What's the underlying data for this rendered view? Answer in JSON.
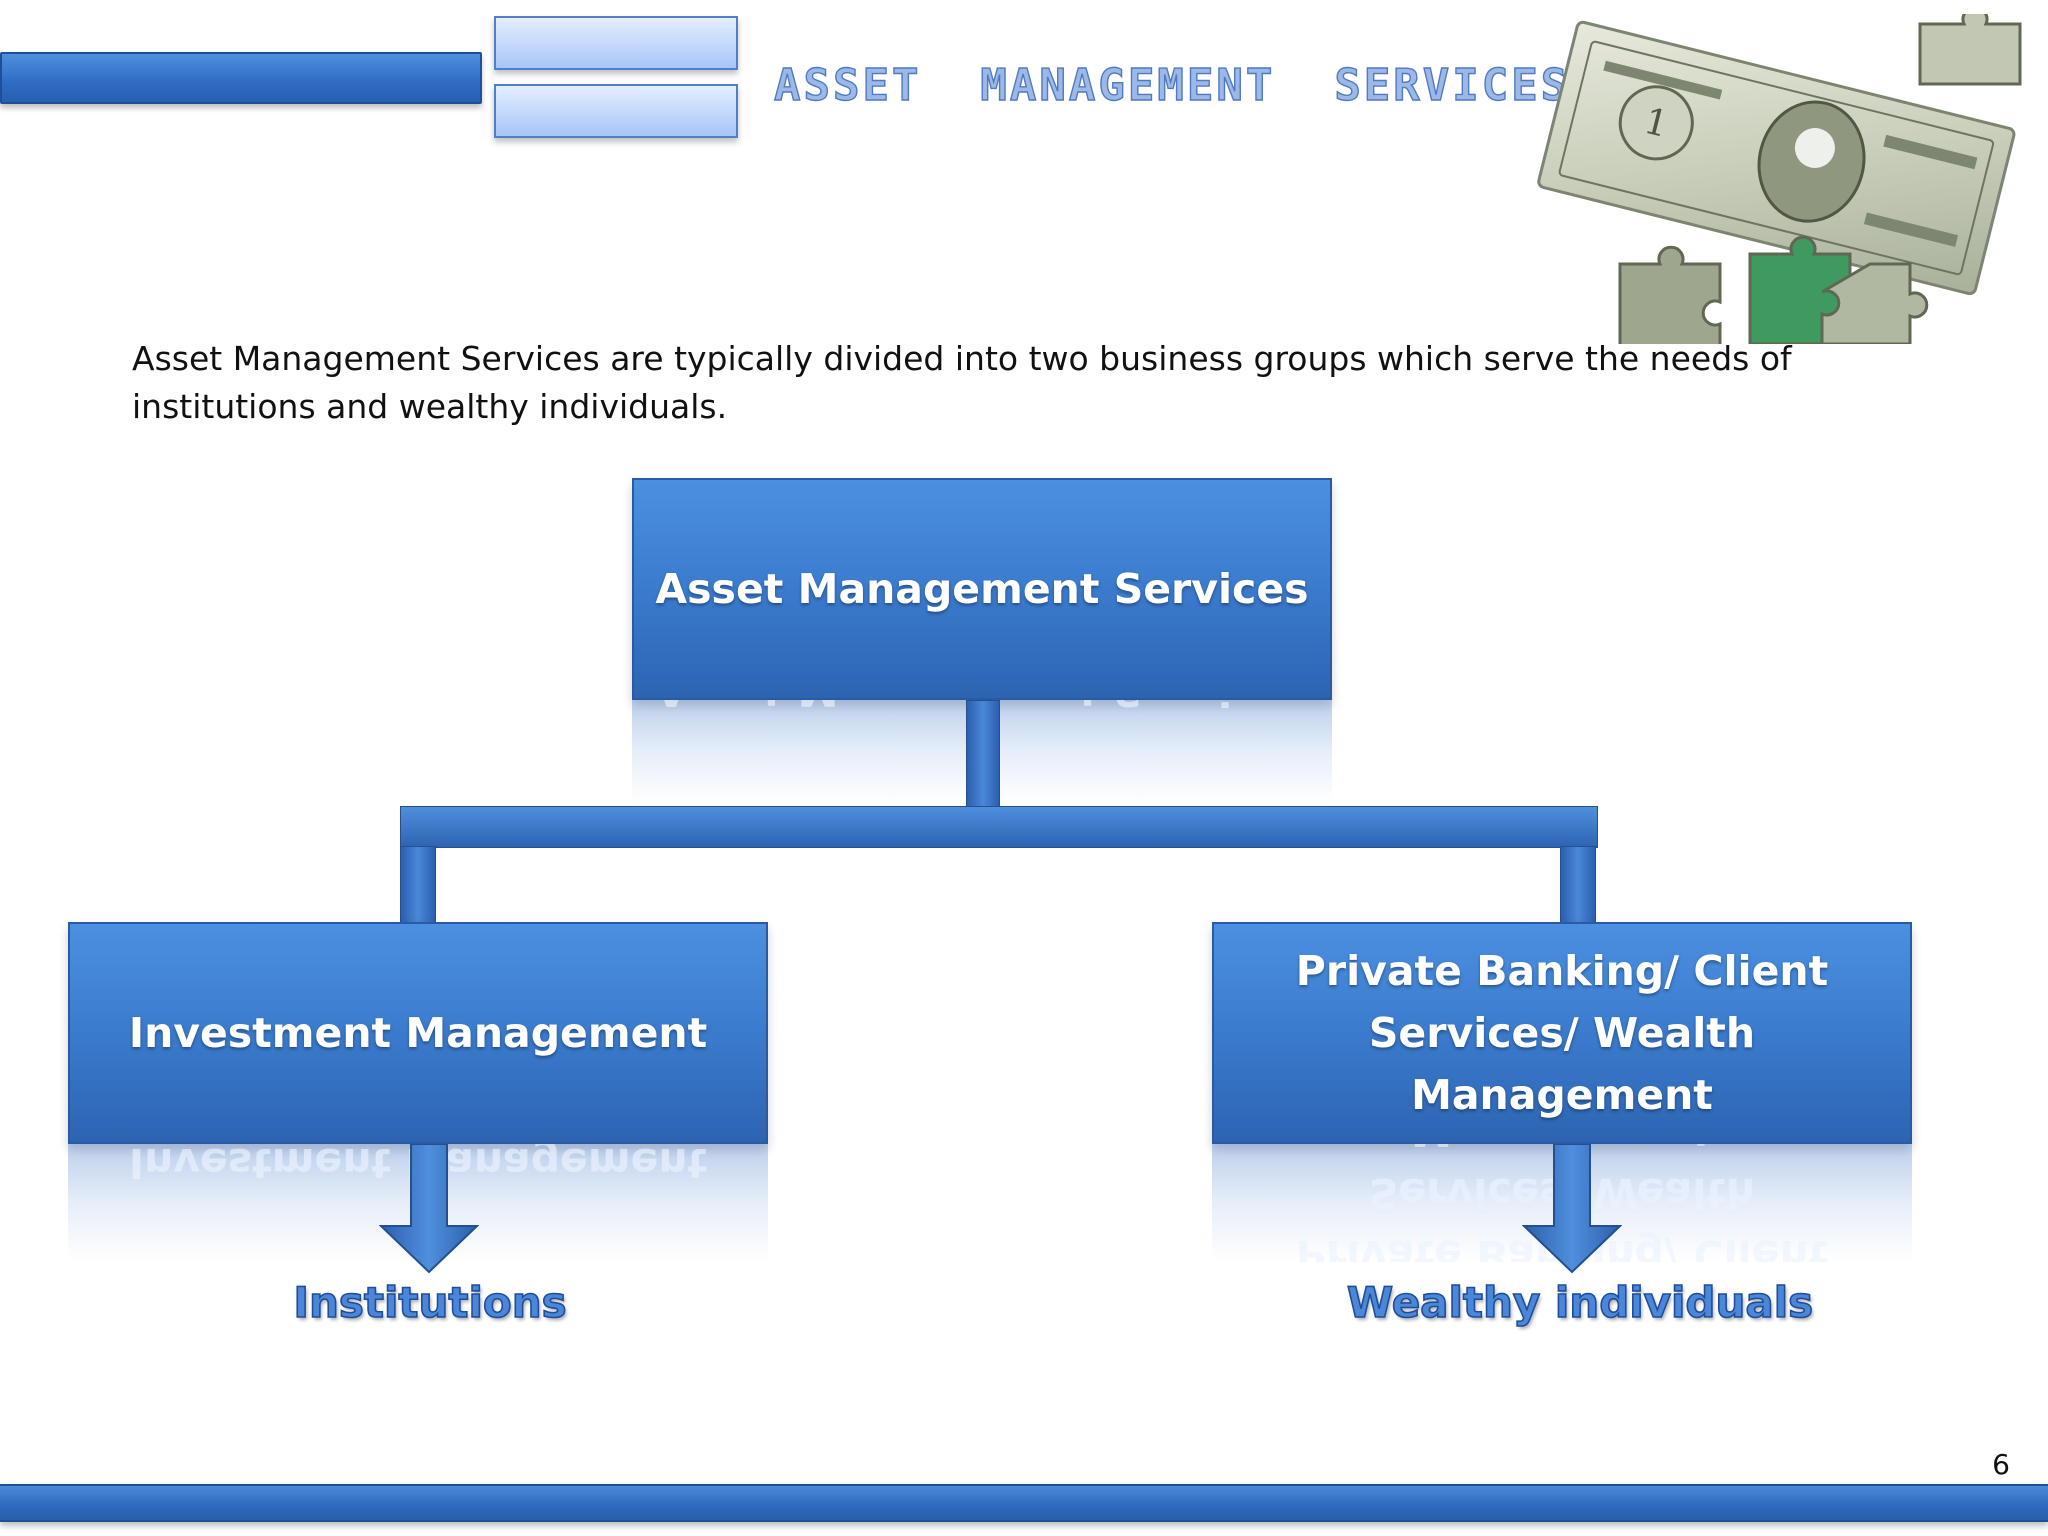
{
  "header": {
    "title": "ASSET  MANAGEMENT  SERVICES"
  },
  "intro": {
    "text": "Asset Management Services are typically divided into two business groups which serve the needs of institutions and wealthy individuals."
  },
  "diagram": {
    "root": {
      "label": "Asset Management Services"
    },
    "children": [
      {
        "label": "Investment Management",
        "serves": "Institutions"
      },
      {
        "label": "Private Banking/ Client Services/ Wealth Management",
        "serves": "Wealthy individuals"
      }
    ]
  },
  "footer": {
    "page_number": "6"
  },
  "colors": {
    "node_blue": "#3c7dd0",
    "accent_blue": "#2e6cc2",
    "outcome_text": "#4b87d8"
  },
  "illustration": {
    "icon": "dollar-puzzle-icon"
  }
}
